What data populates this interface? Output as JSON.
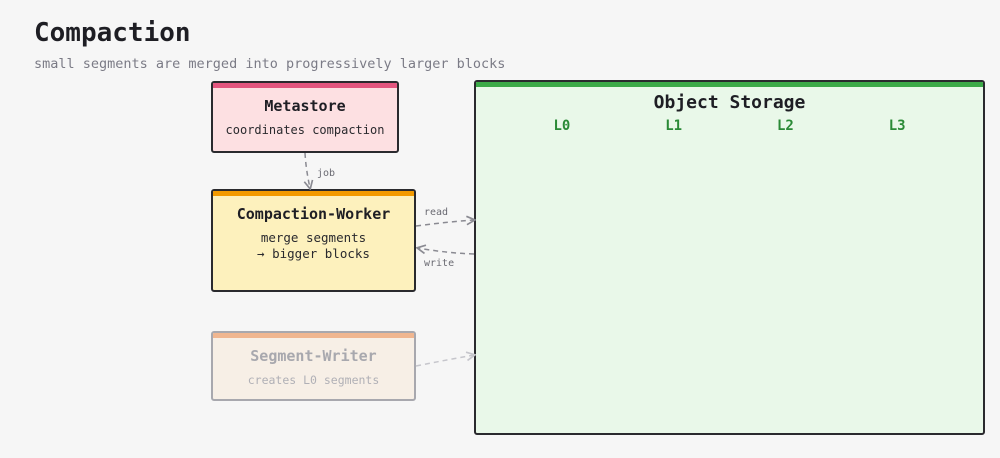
{
  "header": {
    "title": "Compaction",
    "subtitle": "small segments are merged into progressively larger blocks"
  },
  "metastore": {
    "name": "Metastore",
    "desc": "coordinates compaction",
    "color": "#e3567f"
  },
  "worker": {
    "name": "Compaction-Worker",
    "desc_line1": "merge segments",
    "desc_line2": "→ bigger blocks",
    "color": "#f39a00"
  },
  "segment_writer": {
    "name": "Segment-Writer",
    "desc": "creates L0 segments",
    "color": "#f0b690"
  },
  "storage": {
    "name": "Object Storage",
    "levels": [
      "L0",
      "L1",
      "L2",
      "L3"
    ],
    "color": "#3caa48"
  },
  "edges": {
    "job": "job",
    "read": "read",
    "write": "write"
  }
}
